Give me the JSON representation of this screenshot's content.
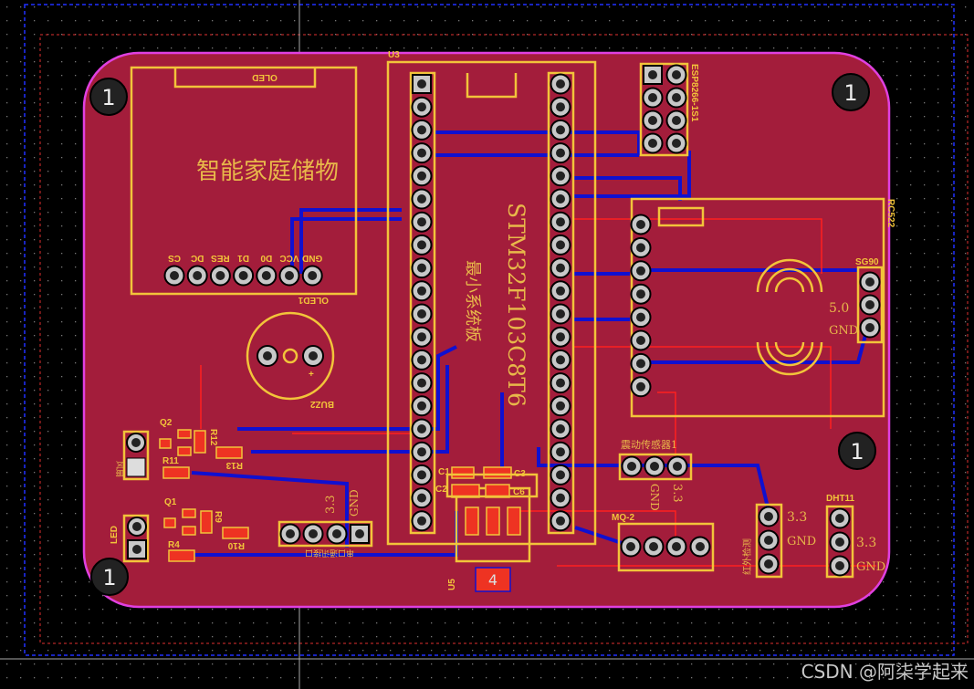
{
  "colors": {
    "board": "#a31d3b",
    "outline": "#e040e0",
    "silk": "#f2c43a",
    "top_trace": "#ff2020",
    "bottom_trace": "#1010d0"
  },
  "mount_hole_label": "1",
  "oled": {
    "ref": "OLED1",
    "title": "OLED",
    "text": "智能家庭储物",
    "pins": [
      "CS",
      "DC",
      "RES",
      "D1",
      "D0",
      "VCC",
      "GND"
    ]
  },
  "mcu": {
    "ref": "U3",
    "name": "STM32F103C8T6",
    "subtitle": "最小系统板"
  },
  "buzzer": {
    "ref": "BUZ2",
    "plus": "+"
  },
  "esp": {
    "ref": "ESP8266-1S1"
  },
  "rfid": {
    "ref": "RC522"
  },
  "servo": {
    "ref": "SG90",
    "v": "5.0",
    "gnd": "GND"
  },
  "vibration": {
    "ref": "震动传感器1",
    "gnd": "GND",
    "v": "3.3"
  },
  "mq2": {
    "ref": "MQ-2"
  },
  "ir": {
    "ref": "红外检测",
    "v": "3.3",
    "gnd": "GND"
  },
  "dht": {
    "ref": "DHT11",
    "v": "3.3",
    "gnd": "GND"
  },
  "fan": {
    "ref": "风扇"
  },
  "led": {
    "ref": "LED"
  },
  "uart": {
    "ref": "串口通讯接口",
    "v": "3.3",
    "gnd": "GND"
  },
  "regulator": {
    "ref": "U5",
    "tab": "4"
  },
  "caps": [
    "C1",
    "C2",
    "C3",
    "C6"
  ],
  "transistors": [
    "Q1",
    "Q2"
  ],
  "resistors": [
    "R4",
    "R9",
    "R10",
    "R11",
    "R12",
    "R13"
  ],
  "watermark": "CSDN @阿柒学起来"
}
